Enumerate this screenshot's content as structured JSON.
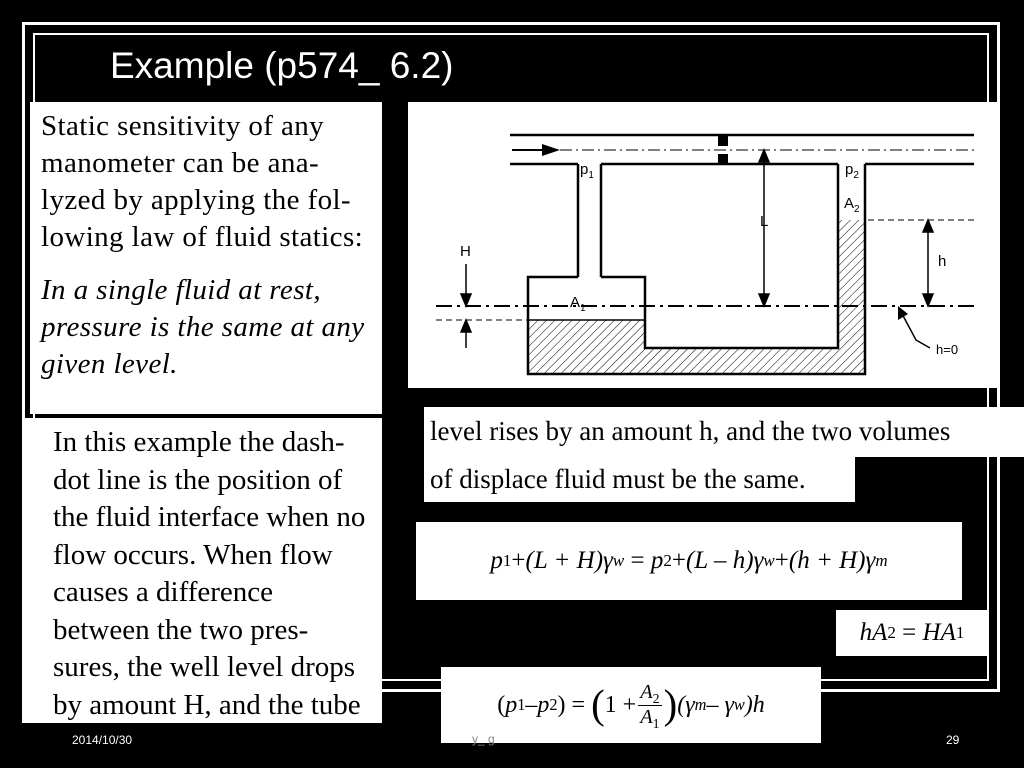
{
  "slide": {
    "title": "Example (p574_ 6.2)",
    "footer_date": "2014/10/30",
    "footer_center": "y_ g",
    "page_number": "29"
  },
  "static_text": {
    "lines": [
      "Static sensitivity of any",
      "manometer  can be ana-",
      "lyzed by applying the fol-",
      "lowing law of fluid statics:"
    ],
    "italic_lines": [
      "In a single fluid at rest,",
      "pressure is the same at any",
      "given level."
    ]
  },
  "example_text": {
    "lines": [
      "In this example the dash-",
      "dot line is the position of",
      "the fluid interface when no",
      "flow occurs.  When flow",
      "causes  a  difference",
      "between the two pres-",
      "sures, the well level drops",
      "by amount H, and the tube"
    ]
  },
  "continuation": {
    "line1": "level rises by an amount h, and the two volumes",
    "line2": "of displace fluid must be the same."
  },
  "diagram": {
    "labels": {
      "p1": "p",
      "p1_sub": "1",
      "p2": "p",
      "p2_sub": "2",
      "A1": "A",
      "A1_sub": "1",
      "A2": "A",
      "A2_sub": "2",
      "L": "L",
      "H": "H",
      "h": "h",
      "h0": "h=0"
    }
  },
  "equations": {
    "eq1": {
      "p1": "p",
      "s1": "1",
      "plus": "+",
      "LH": "(L + H)",
      "gamma": "γ",
      "w": "w",
      "eq": "=",
      "p2": "p",
      "s2": "2",
      "Lh": "(L – h)",
      "hH": "(h + H)",
      "m": "m"
    },
    "eq2": {
      "h": "h",
      "A": "A",
      "s2": "2",
      "eq": "=",
      "HA": "HA",
      "s1": "1"
    },
    "eq3": {
      "lp": "(",
      "p1": "p",
      "s1": "1",
      "minus": "–",
      "p2": "p",
      "s2": "2",
      "rp": ")",
      "eq": "=",
      "open": "(",
      "one": "1 +",
      "num": "A",
      "num_sub": "2",
      "den": "A",
      "den_sub": "1",
      "close": ")",
      "gm": "(γ",
      "m": "m",
      "minus2": "– γ",
      "w": "w",
      "tail": ")h"
    }
  }
}
